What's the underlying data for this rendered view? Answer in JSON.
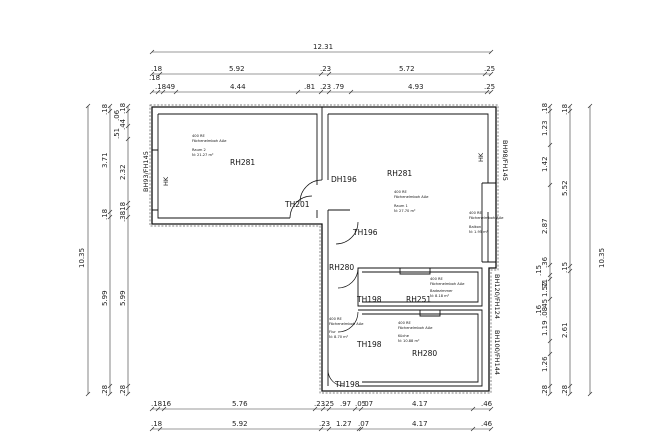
{
  "dims": {
    "top_total": "12.31",
    "top_row1": [
      ".18",
      "5.92",
      ".23",
      "5.72",
      ".25"
    ],
    "top_row2": [
      ".18",
      ".18",
      ".49",
      "4.44",
      ".81",
      ".23",
      ".79",
      "4.93",
      ".25"
    ],
    "bottom_row1": [
      ".18",
      ".16",
      "5.76",
      ".23",
      ".25",
      ".97",
      ".05",
      ".07",
      "4.17",
      ".46"
    ],
    "bottom_row2": [
      ".18",
      "5.92",
      ".23",
      "1.27",
      ".07",
      "4.17",
      ".46"
    ],
    "left_total": "10.35",
    "left_col1": [
      ".18",
      "3.71",
      ".18",
      "5.99",
      ".28"
    ],
    "left_col2": [
      ".18",
      ".06",
      ".44",
      ".51",
      "2.32",
      ".18",
      ".38",
      "5.99",
      ".28"
    ],
    "right_total": "10.35",
    "right_col1": [
      ".18",
      "5.52",
      ".15",
      "2.61",
      ".28"
    ],
    "right_col2": [
      ".18",
      "1.23",
      "1.42",
      "2.87",
      ".36",
      ".15",
      ".71",
      "1.52",
      ".45",
      ".16",
      ".08",
      "1.19",
      "1.26",
      ".28"
    ]
  },
  "rooms": {
    "room2": {
      "code": "RH281",
      "line1": "400 RE",
      "line2": "Fächenelmboh AAe",
      "line3": "Raum 2",
      "line4": "N: 21.27 m²"
    },
    "room1": {
      "code": "RH281",
      "line1": "400 RE",
      "line2": "Fächenelmboh AAe",
      "line3": "Raum 1",
      "line4": "N: 27.70 m²"
    },
    "balkon": {
      "line1": "400 RE",
      "line2": "Fächenelmboh AAe",
      "line3": "Balkon",
      "line4": "N: 1.95 m²"
    },
    "bad": {
      "code": "RH251",
      "line1": "400 RE",
      "line2": "Fächenelmboh AAe",
      "line3": "Badezimmer",
      "line4": "N: 8.18 m²"
    },
    "kueche": {
      "code": "RH280",
      "line1": "400 RE",
      "line2": "Fächenelmboh AAe",
      "line3": "Küche",
      "line4": "N: 10.88 m²"
    },
    "flur": {
      "code": "RH280",
      "line1": "400 RE",
      "line2": "Fächenelmboh AAe",
      "line3": "Flur",
      "line4": "N: 8.70 m²"
    }
  },
  "doors": {
    "dh196": "DH196",
    "th201": "TH201",
    "th196": "TH196",
    "th198a": "TH198",
    "th198b": "TH198",
    "th198c": "TH198"
  },
  "walls": {
    "left_code": "BH93/FH145",
    "hk_left": "HK",
    "hk_right": "HK",
    "right_top_code": "BH98/FH145",
    "right_mid_code": "BH120/FH124",
    "right_low_code": "BH100/FH144"
  }
}
